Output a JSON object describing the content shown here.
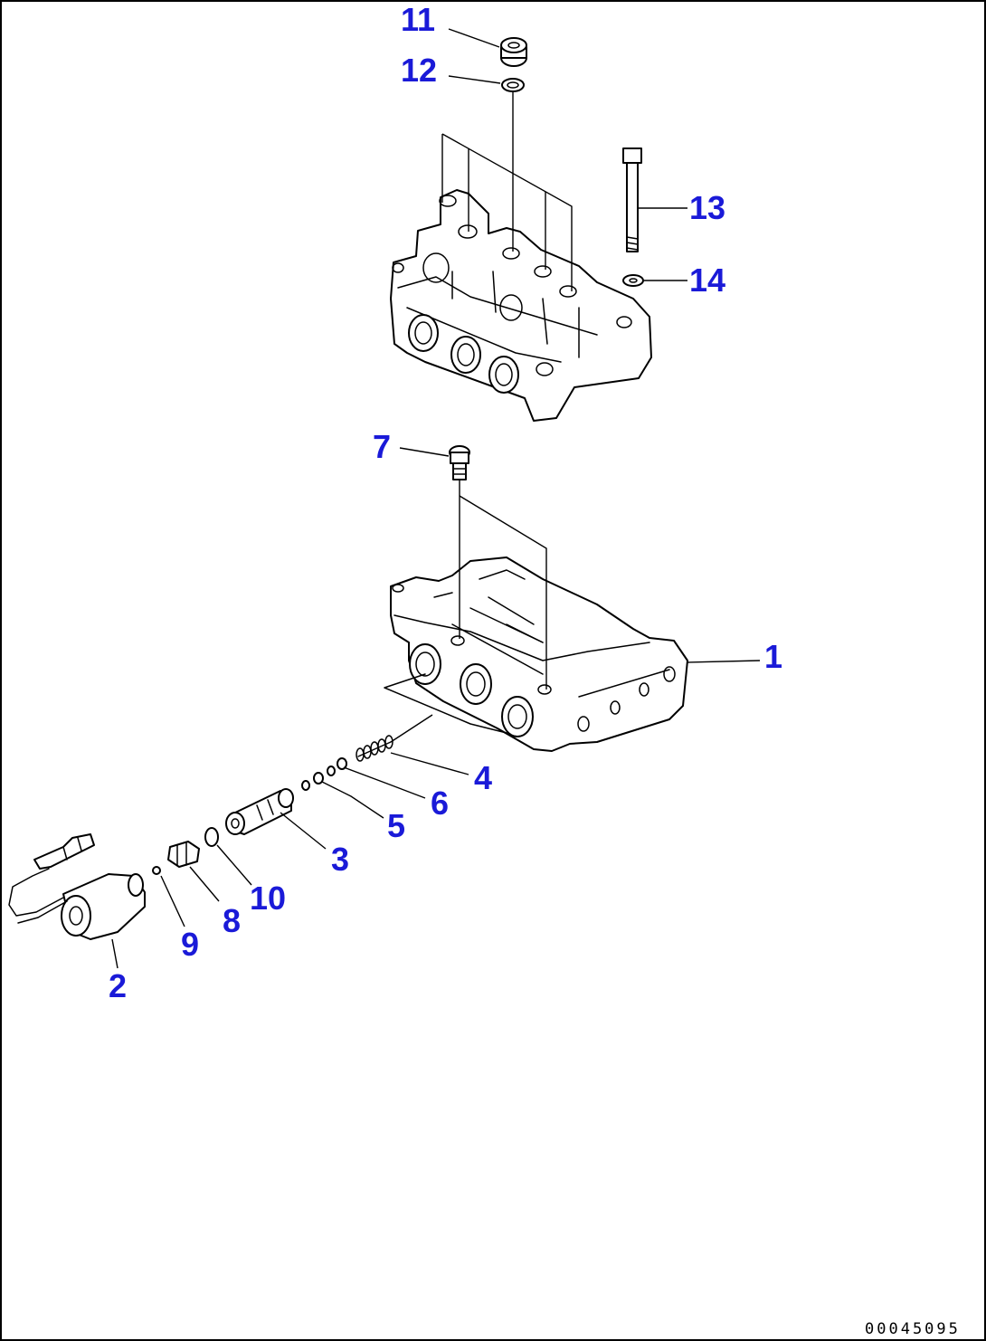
{
  "diagram": {
    "document_number": "00045095",
    "callouts": [
      {
        "id": "c1",
        "label": "1"
      },
      {
        "id": "c2",
        "label": "2"
      },
      {
        "id": "c3",
        "label": "3"
      },
      {
        "id": "c4",
        "label": "4"
      },
      {
        "id": "c5",
        "label": "5"
      },
      {
        "id": "c6",
        "label": "6"
      },
      {
        "id": "c7",
        "label": "7"
      },
      {
        "id": "c8",
        "label": "8"
      },
      {
        "id": "c9",
        "label": "9"
      },
      {
        "id": "c10",
        "label": "10"
      },
      {
        "id": "c11",
        "label": "11"
      },
      {
        "id": "c12",
        "label": "12"
      },
      {
        "id": "c13",
        "label": "13"
      },
      {
        "id": "c14",
        "label": "14"
      }
    ]
  },
  "colors": {
    "callout": "#1a1ad8",
    "line": "#000000",
    "background": "#ffffff"
  }
}
